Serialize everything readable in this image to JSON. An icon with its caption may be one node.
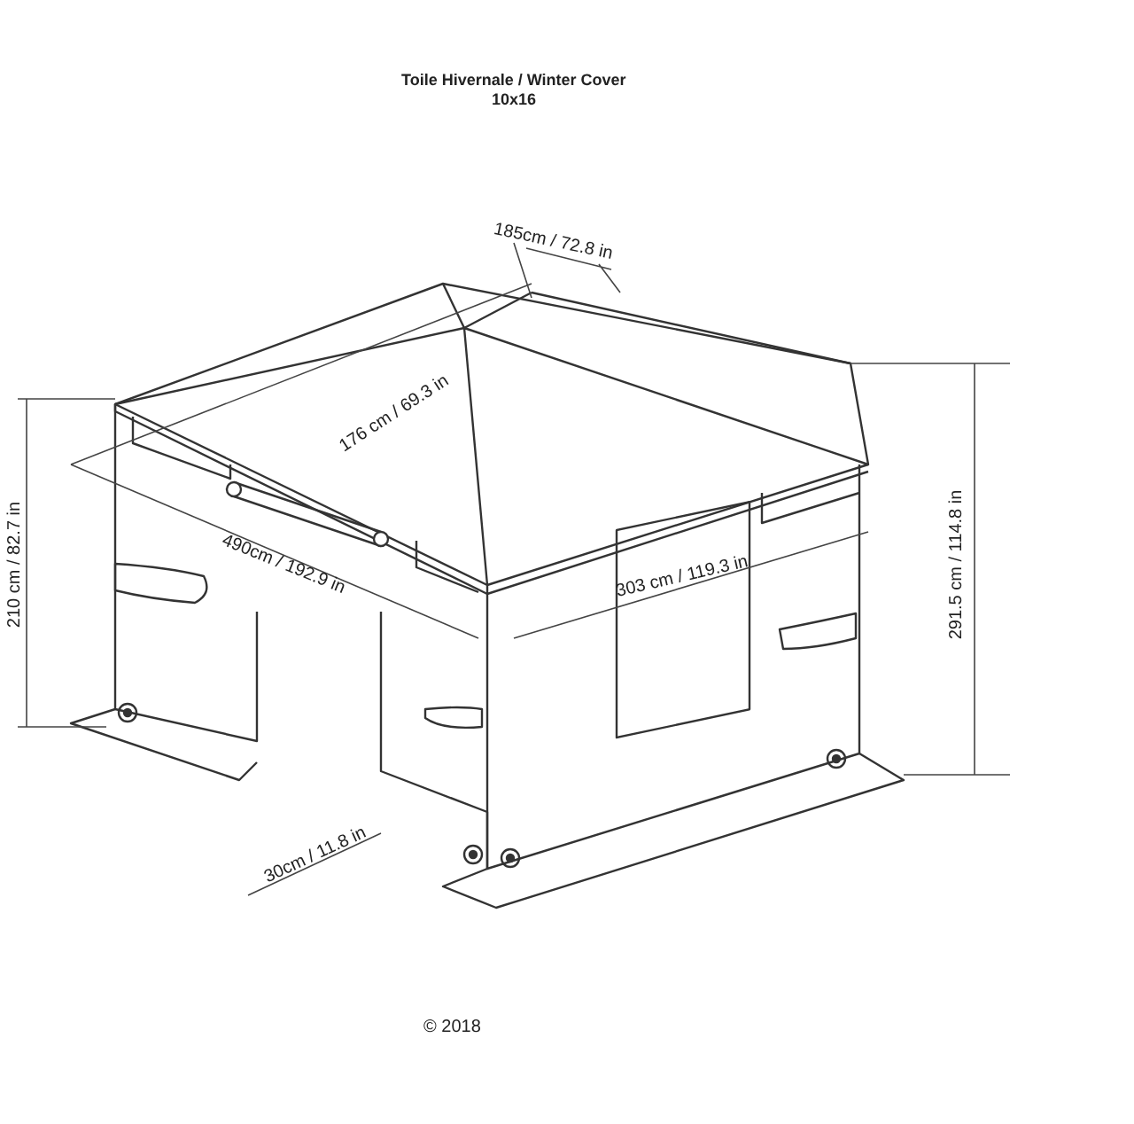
{
  "diagram": {
    "title": "Toile Hivernale / Winter Cover",
    "labels": [
      "10x16",
      "185cm / 72.8 in",
      "176 cm / 69.3 in",
      "210 cm / 82.7 in",
      "291.5 cm / 114.8 in",
      "490cm / 192.9 in",
      "303 cm / 119.3 in",
      "30cm / 11.8 in"
    ],
    "caption": "© 2018"
  }
}
